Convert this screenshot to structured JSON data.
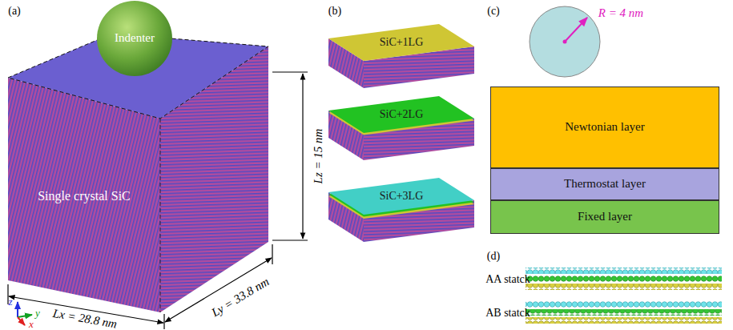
{
  "diagram": {
    "nodes": [
      {
        "text": [
          "Indenter"
        ]
      },
      {
        "text": [
          "Single crystal SiC"
        ]
      },
      {
        "text": [
          "SiC+1LG"
        ]
      },
      {
        "text": [
          "SiC+2LG"
        ]
      },
      {
        "text": [
          "SiC+3LG"
        ]
      },
      {
        "text": [
          "Newtonian layer"
        ]
      },
      {
        "text": [
          "Thermostat layer"
        ]
      },
      {
        "text": [
          "Fixed layer"
        ]
      }
    ],
    "labels": [
      "(a)",
      "(b)",
      "(c)",
      "(d)",
      "Lz = 15 nm",
      "Lx = 28.8 nm",
      "Ly = 33.8 nm",
      "z",
      "y",
      "x",
      "R = 4 nm",
      "AA statck",
      "AB statck"
    ]
  }
}
